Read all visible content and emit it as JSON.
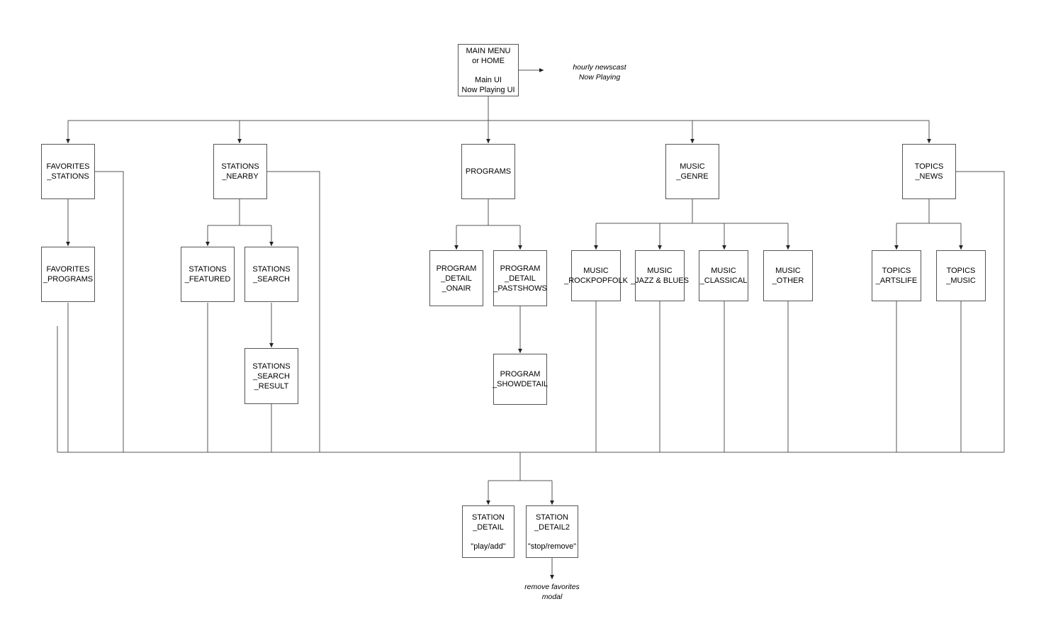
{
  "diagram": {
    "type": "sitemap-flowchart",
    "root": {
      "id": "main-menu",
      "lines": [
        "MAIN MENU",
        "or HOME"
      ],
      "sub_lines": [
        "Main UI",
        "Now Playing UI"
      ]
    },
    "root_annotation": {
      "lines": [
        "hourly newscast",
        "Now Playing"
      ]
    },
    "level2": [
      {
        "id": "favorites-stations",
        "lines": [
          "FAVORITES",
          "_STATIONS"
        ]
      },
      {
        "id": "stations-nearby",
        "lines": [
          "STATIONS",
          "_NEARBY"
        ]
      },
      {
        "id": "programs",
        "lines": [
          "PROGRAMS"
        ]
      },
      {
        "id": "music-genre",
        "lines": [
          "MUSIC",
          "_GENRE"
        ]
      },
      {
        "id": "topics-news",
        "lines": [
          "TOPICS",
          "_NEWS"
        ]
      }
    ],
    "level3": [
      {
        "id": "favorites-programs",
        "lines": [
          "FAVORITES",
          "_PROGRAMS"
        ]
      },
      {
        "id": "stations-featured",
        "lines": [
          "STATIONS",
          "_FEATURED"
        ]
      },
      {
        "id": "stations-search",
        "lines": [
          "STATIONS",
          "_SEARCH"
        ]
      },
      {
        "id": "program-detail-onair",
        "lines": [
          "PROGRAM",
          "_DETAIL",
          "_ONAIR"
        ]
      },
      {
        "id": "program-detail-pastshows",
        "lines": [
          "PROGRAM",
          "_DETAIL",
          "_PASTSHOWS"
        ]
      },
      {
        "id": "music-rockpopfolk",
        "lines": [
          "MUSIC",
          "_ROCKPOPFOLK"
        ]
      },
      {
        "id": "music-jazz-blues",
        "lines": [
          "MUSIC",
          "_JAZZ & BLUES"
        ]
      },
      {
        "id": "music-classical",
        "lines": [
          "MUSIC",
          "_CLASSICAL"
        ]
      },
      {
        "id": "music-other",
        "lines": [
          "MUSIC",
          "_OTHER"
        ]
      },
      {
        "id": "topics-artslife",
        "lines": [
          "TOPICS",
          "_ARTSLIFE"
        ]
      },
      {
        "id": "topics-music",
        "lines": [
          "TOPICS",
          "_MUSIC"
        ]
      }
    ],
    "level4": [
      {
        "id": "stations-search-result",
        "lines": [
          "STATIONS",
          "_SEARCH",
          "_RESULT"
        ]
      },
      {
        "id": "program-showdetail",
        "lines": [
          "PROGRAM",
          "_SHOWDETAIL"
        ]
      }
    ],
    "level5": [
      {
        "id": "station-detail",
        "lines": [
          "STATION",
          "_DETAIL"
        ],
        "sub_lines": [
          "\"play/add\""
        ]
      },
      {
        "id": "station-detail2",
        "lines": [
          "STATION",
          "_DETAIL2"
        ],
        "sub_lines": [
          "\"stop/remove\""
        ]
      }
    ],
    "bottom_annotation": {
      "lines": [
        "remove favorites",
        "modal"
      ]
    },
    "colors": {
      "box_border": "#555555",
      "line": "#555555",
      "text": "#000000",
      "background": "#ffffff"
    }
  }
}
